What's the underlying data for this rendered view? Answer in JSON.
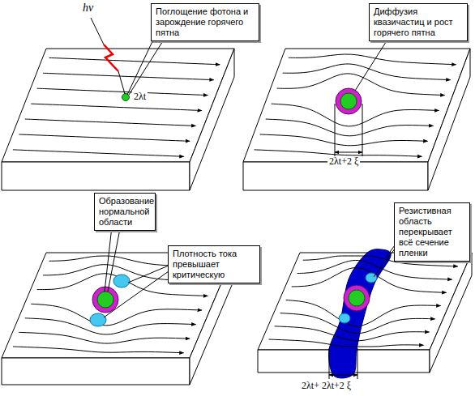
{
  "diagram": {
    "nodes": [
      {
        "text": [
          "Поглощение фотона и зарождение горячего пятна"
        ]
      },
      {
        "text": [
          "Диффузия квазичастиц и рост горячего пятна"
        ]
      },
      {
        "text": [
          "Образование нормальной области"
        ]
      },
      {
        "text": [
          "Плотность тока превышает критическую"
        ]
      },
      {
        "text": [
          "Резистивная область перекрывает всё сечение пленки"
        ]
      }
    ],
    "labels": [
      "hν",
      "2λt",
      "2λt+2 ξ",
      "2λt+ 2λt+2 ξ"
    ]
  }
}
